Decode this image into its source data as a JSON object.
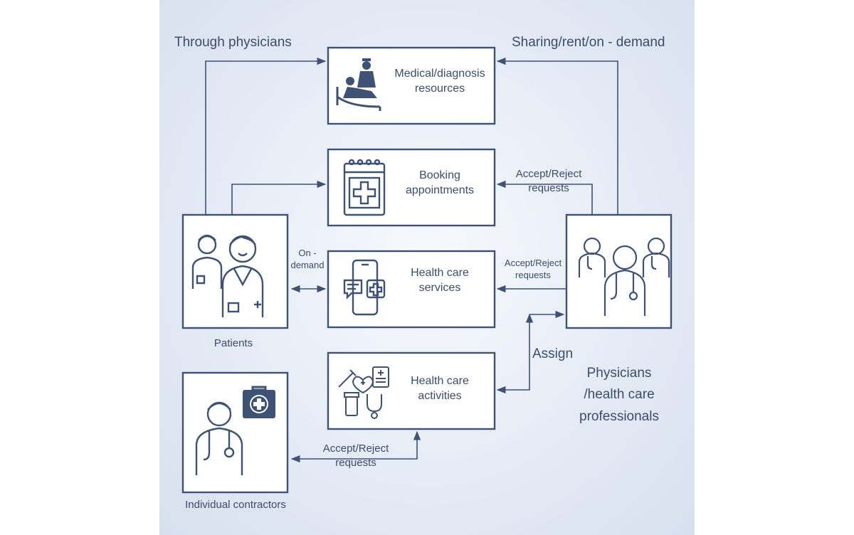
{
  "labels": {
    "top_left": "Through physicians",
    "top_right": "Sharing/rent/on - demand",
    "on_demand_1": "On -",
    "on_demand_2": "demand",
    "accept_reject_1a": "Accept/Reject",
    "accept_reject_1b": "requests",
    "accept_reject_2a": "Accept/Reject",
    "accept_reject_2b": "requests",
    "accept_reject_3a": "Accept/Reject",
    "accept_reject_3b": "requests",
    "assign": "Assign"
  },
  "boxes": {
    "medical_1": "Medical/diagnosis",
    "medical_2": "resources",
    "booking_1": "Booking",
    "booking_2": "appointments",
    "services_1": "Health care",
    "services_2": "services",
    "activities_1": "Health care",
    "activities_2": "activities"
  },
  "actors": {
    "patients": "Patients",
    "contractors": "Individual contractors",
    "physicians_1": "Physicians",
    "physicians_2": "/health care",
    "physicians_3": "professionals"
  },
  "colors": {
    "line": "#3d5275",
    "text": "#3a4d6a",
    "box_fill": "#ffffff"
  },
  "icons": [
    "patient-bed-icon",
    "calendar-medical-icon",
    "mobile-health-icon",
    "medical-supplies-icon",
    "patients-icon",
    "contractor-icon",
    "medical-kit-icon",
    "physicians-icon"
  ]
}
